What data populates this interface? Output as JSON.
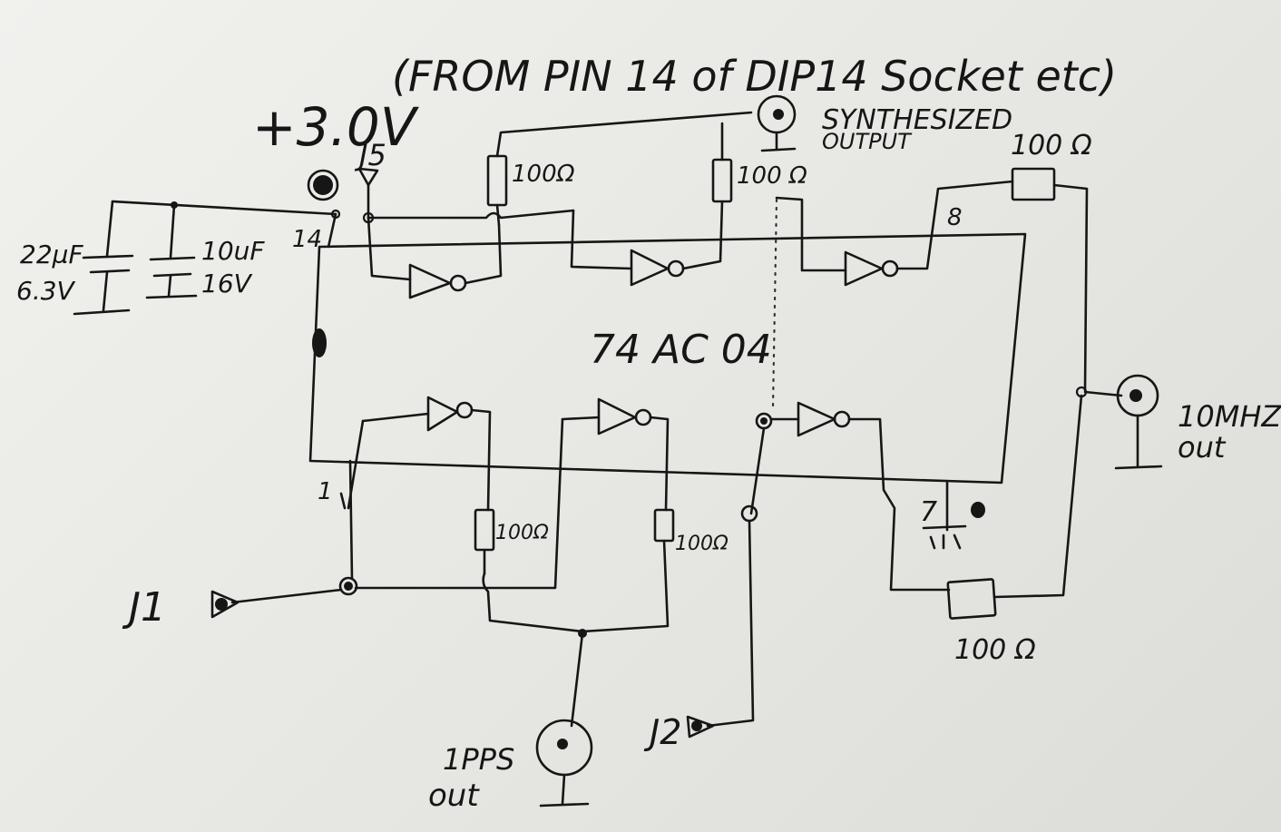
{
  "labels": {
    "supply": "+3.0V",
    "supply_note": "(FROM PIN 14 of DIP14 Socket etc)",
    "synth_out": "SYNTHESIZED",
    "synth_out2": "OUTPUT",
    "chip": "74 AC 04",
    "pin14": "14",
    "pin8": "8",
    "pin1": "1",
    "pin7": "7",
    "cap1_value": "22µF",
    "cap1_voltage": "6.3V",
    "cap2_value": "10uF",
    "cap2_voltage": "16V",
    "j5": "J5",
    "j1": "J1",
    "j2": "J2",
    "r_top_left": "100Ω",
    "r_top_mid": "100 Ω",
    "r_top_right": "100 Ω",
    "r_bot_left": "100Ω",
    "r_bot_mid": "100Ω",
    "r_bot_right": "100 Ω",
    "out_10mhz": "10MHZ",
    "out_10mhz2": "out",
    "out_1pps": "1PPS",
    "out_1pps2": "out"
  }
}
